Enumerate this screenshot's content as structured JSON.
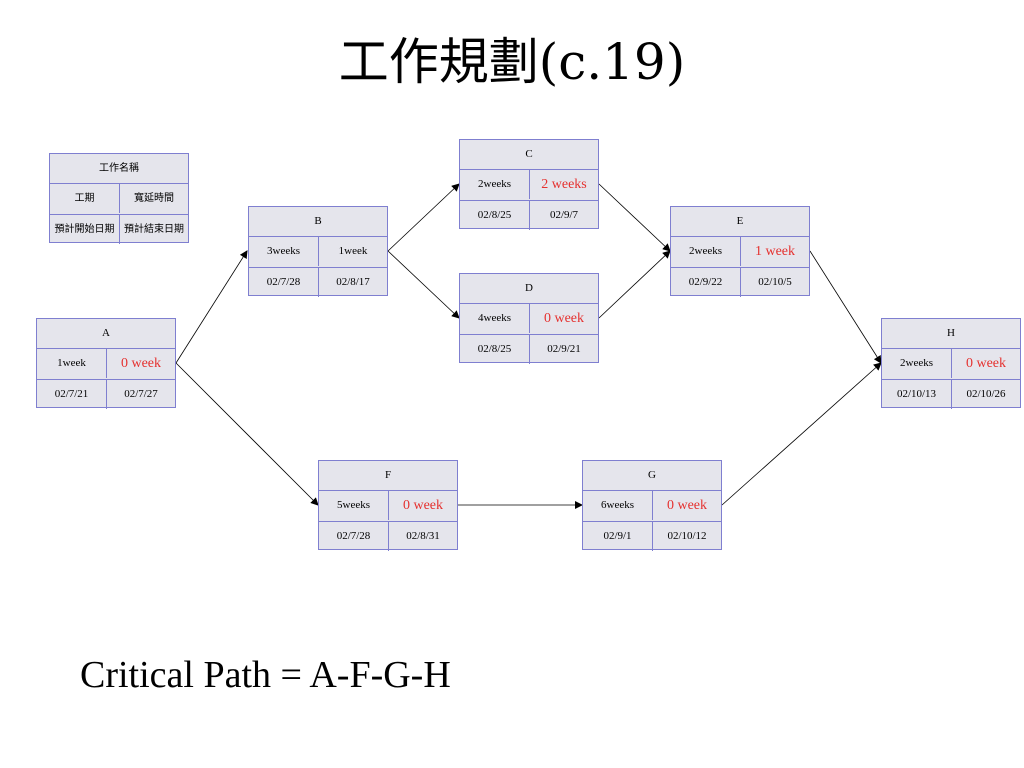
{
  "title": "工作規劃(c.19)",
  "legend": {
    "header": "工作名稱",
    "duration": "工期",
    "slack": "寬延時間",
    "start": "預計開始日期",
    "end": "預計結束日期"
  },
  "tasks": [
    {
      "name": "A",
      "duration": "1week",
      "slack": "0 week",
      "start": "02/7/21",
      "end": "02/7/27"
    },
    {
      "name": "B",
      "duration": "3weeks",
      "slack": "1week",
      "start": "02/7/28",
      "end": "02/8/17"
    },
    {
      "name": "C",
      "duration": "2weeks",
      "slack": "2 weeks",
      "start": "02/8/25",
      "end": "02/9/7"
    },
    {
      "name": "D",
      "duration": "4weeks",
      "slack": "0 week",
      "start": "02/8/25",
      "end": "02/9/21"
    },
    {
      "name": "E",
      "duration": "2weeks",
      "slack": "1 week",
      "start": "02/9/22",
      "end": "02/10/5"
    },
    {
      "name": "F",
      "duration": "5weeks",
      "slack": "0 week",
      "start": "02/7/28",
      "end": "02/8/31"
    },
    {
      "name": "G",
      "duration": "6weeks",
      "slack": "0 week",
      "start": "02/9/1",
      "end": "02/10/12"
    },
    {
      "name": "H",
      "duration": "2weeks",
      "slack": "0 week",
      "start": "02/10/13",
      "end": "02/10/26"
    }
  ],
  "dependencies": [
    [
      "A",
      "B"
    ],
    [
      "A",
      "F"
    ],
    [
      "B",
      "C"
    ],
    [
      "B",
      "D"
    ],
    [
      "C",
      "E"
    ],
    [
      "D",
      "E"
    ],
    [
      "E",
      "H"
    ],
    [
      "F",
      "G"
    ],
    [
      "G",
      "H"
    ]
  ],
  "critical_path_text": "Critical Path = A-F-G-H",
  "colors": {
    "node_fill": "#e5e5ec",
    "node_border": "#7f7fd0",
    "slack_text": "#e5312f",
    "arrow": "#000000"
  }
}
